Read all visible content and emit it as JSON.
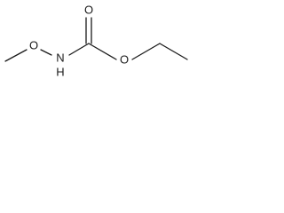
{
  "structure": {
    "atoms": {
      "methoxy_oxygen": "O",
      "amine_nitrogen": "N",
      "amine_hydrogen": "H",
      "carbonyl_oxygen": "O",
      "ester_oxygen": "O"
    }
  },
  "colors": {
    "bond": "#1a1a1a",
    "background": "#ffffff"
  }
}
